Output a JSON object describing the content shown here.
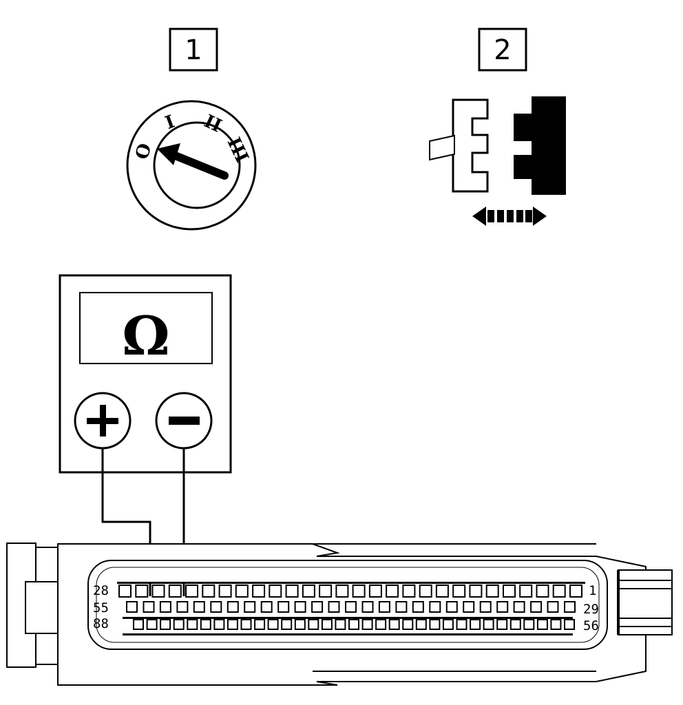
{
  "step_labels": {
    "step1": "1",
    "step2": "2"
  },
  "switch_positions": {
    "off": "O",
    "pos1": "I",
    "pos2": "II",
    "pos3": "III"
  },
  "meter": {
    "unit_symbol": "Ω",
    "plus_symbol": "+",
    "minus_symbol": "−"
  },
  "connector": {
    "row1_left": "28",
    "row1_right": "1",
    "row2_left": "55",
    "row2_right": "29",
    "row3_left": "88",
    "row3_right": "56",
    "row1_pins": 28,
    "row2_pins": 27,
    "row3_pins": 33
  },
  "icons": [
    "ignition-switch-icon",
    "connector-disconnect-icon",
    "ohmmeter-icon",
    "ecu-connector-icon"
  ]
}
